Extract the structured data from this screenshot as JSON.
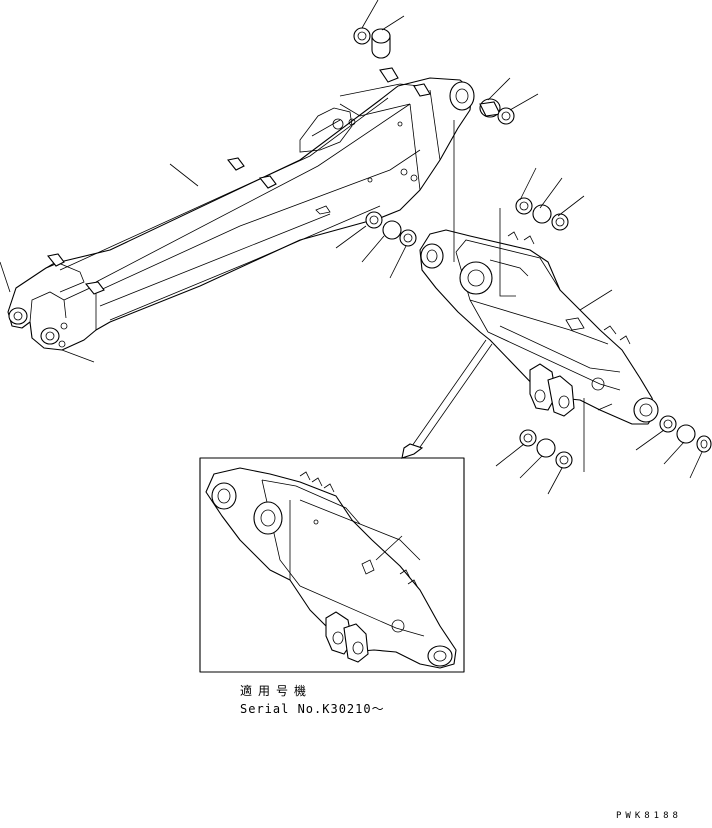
{
  "labels": {
    "applicable_serial_jp": "適用号機",
    "serial_number": "Serial No.K30210～",
    "drawing_code": "PWK8188"
  },
  "colors": {
    "line": "#000000",
    "background": "#ffffff"
  }
}
